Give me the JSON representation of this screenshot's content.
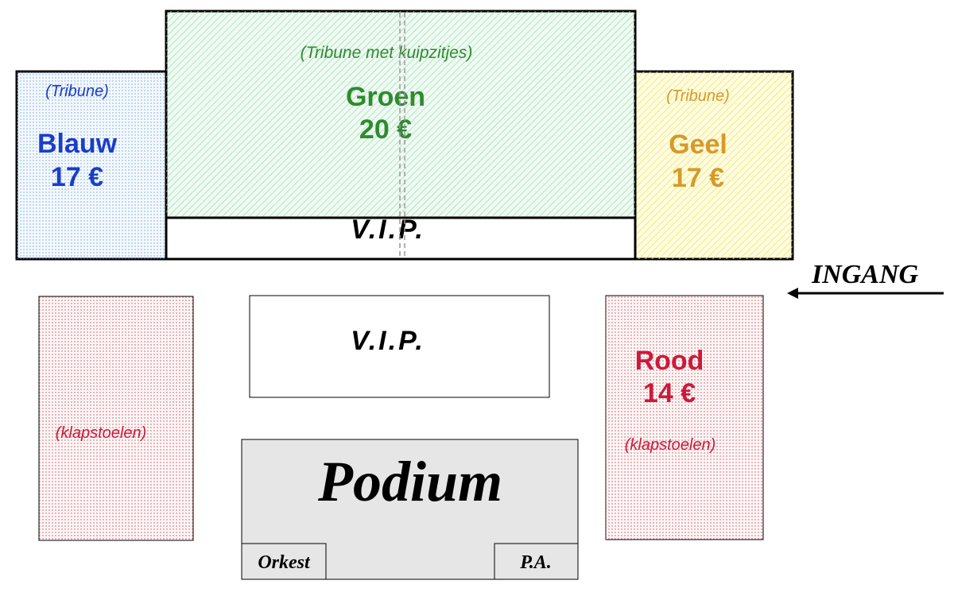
{
  "colors": {
    "blue": "#1a3ec8",
    "green": "#2e8b2e",
    "yellow_text": "#d69a2a",
    "red": "#cc1a3a",
    "black": "#000000",
    "podium_fill": "#e6e6e6"
  },
  "sections": {
    "blauw": {
      "note": "(Tribune)",
      "name": "Blauw",
      "price": "17 €"
    },
    "groen": {
      "note": "(Tribune met kuipzitjes)",
      "name": "Groen",
      "price": "20 €"
    },
    "geel": {
      "note": "(Tribune)",
      "name": "Geel",
      "price": "17 €"
    },
    "vip_top": {
      "label": "V.I.P."
    },
    "vip_center": {
      "label": "V.I.P."
    },
    "rood": {
      "name": "Rood",
      "price": "14 €",
      "note": "(klapstoelen)"
    },
    "left_floor": {
      "note": "(klapstoelen)"
    },
    "podium": {
      "label": "Podium",
      "orkest": "Orkest",
      "pa": "P.A."
    }
  },
  "entrance": {
    "label": "INGANG",
    "icon": "arrow-left-icon"
  }
}
